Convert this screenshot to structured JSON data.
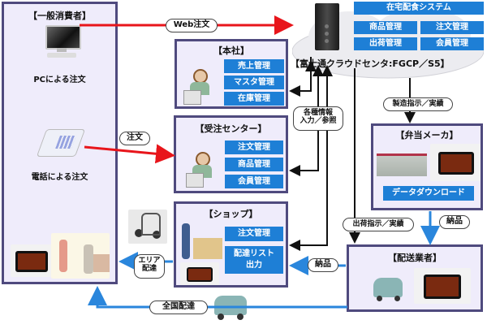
{
  "consumer": {
    "title": "【一般消費者】",
    "pc_caption": "PCによる注文",
    "phone_caption": "電話による注文"
  },
  "labels": {
    "web_order": "Web注文",
    "phone_order": "注文",
    "info_io_1": "各種情報",
    "info_io_2": "入力／参照",
    "manufacture": "製造指示／実績",
    "shipping": "出荷指示／実績",
    "delivery_goods_1": "納品",
    "delivery_goods_2": "納品",
    "area_delivery_1": "エリア",
    "area_delivery_2": "配達",
    "national_delivery": "全国配達"
  },
  "cloud": {
    "system_title": "在宅配食システム",
    "modules": [
      "商品管理",
      "注文管理",
      "出荷管理",
      "会員管理"
    ],
    "caption": "【富士通クラウドセンタ:FGCP／S5】"
  },
  "head_office": {
    "title": "【本社】",
    "modules": [
      "売上管理",
      "マスタ管理",
      "在庫管理"
    ]
  },
  "order_center": {
    "title": "【受注センター】",
    "modules": [
      "注文管理",
      "商品管理",
      "会員管理"
    ]
  },
  "shop": {
    "title": "【ショップ】",
    "modules": [
      "注文管理",
      "配達リスト",
      "出力"
    ]
  },
  "bento_maker": {
    "title": "【弁当メーカ】",
    "button": "データダウンロード"
  },
  "delivery_company": {
    "title": "【配送業者】"
  },
  "colors": {
    "panel_bg": "#efecfb",
    "panel_border": "#4f4a7e",
    "module_blue": "#1e7fd6",
    "order_arrow_red": "#e8151b",
    "delivery_arrow_blue": "#2a86dc",
    "data_arrow_black": "#111111"
  }
}
